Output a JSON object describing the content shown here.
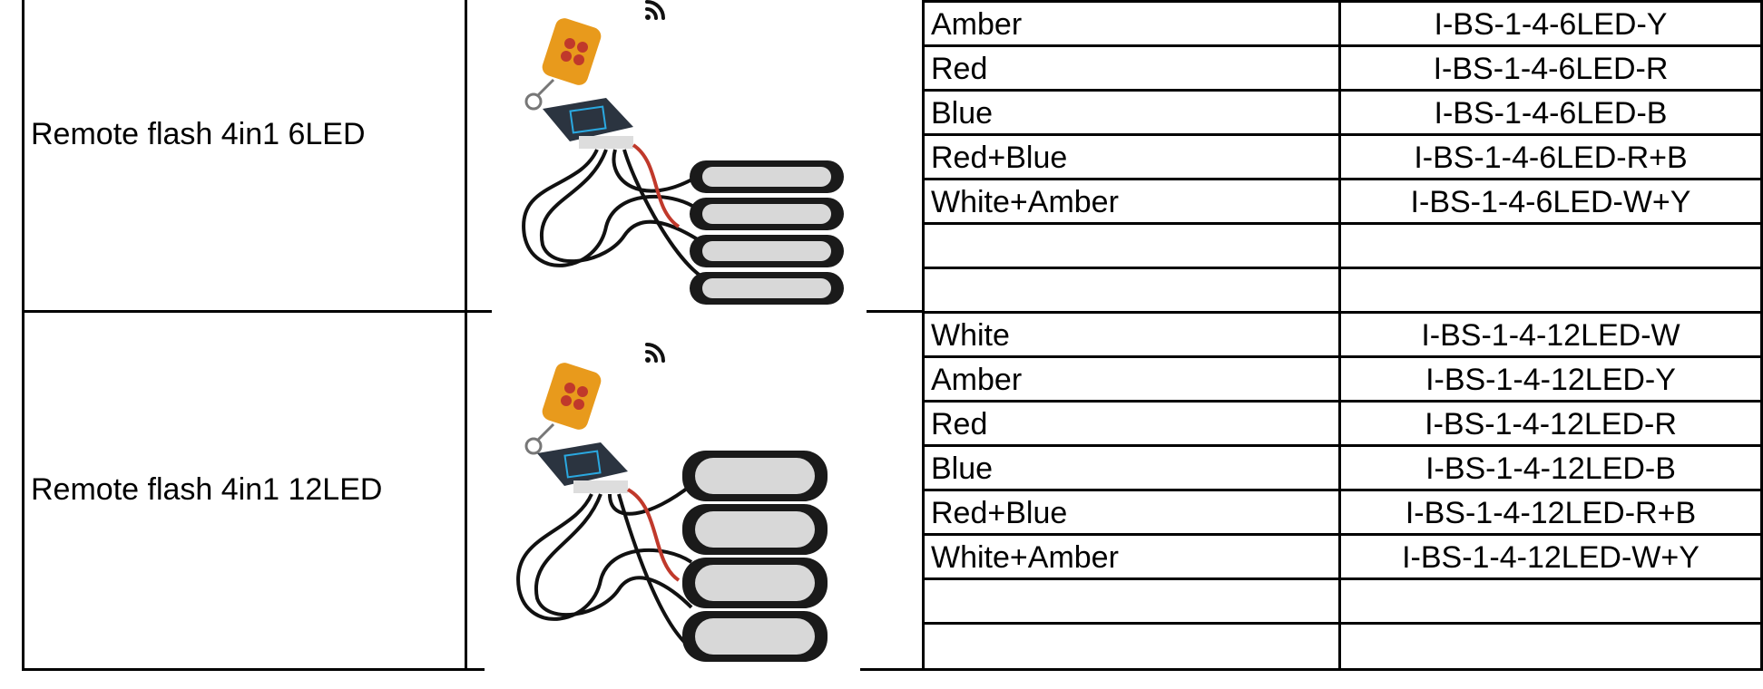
{
  "products": [
    {
      "name": "Remote flash 4in1 6LED",
      "image_icon": "remote-flash-kit-6led-image",
      "variants": [
        {
          "color": "Amber",
          "code": "I-BS-1-4-6LED-Y"
        },
        {
          "color": "Red",
          "code": "I-BS-1-4-6LED-R"
        },
        {
          "color": "Blue",
          "code": "I-BS-1-4-6LED-B"
        },
        {
          "color": "Red+Blue",
          "code": "I-BS-1-4-6LED-R+B"
        },
        {
          "color": "White+Amber",
          "code": "I-BS-1-4-6LED-W+Y"
        },
        {
          "color": "",
          "code": ""
        },
        {
          "color": "",
          "code": ""
        }
      ]
    },
    {
      "name": "Remote flash 4in1 12LED",
      "image_icon": "remote-flash-kit-12led-image",
      "variants": [
        {
          "color": "White",
          "code": "I-BS-1-4-12LED-W"
        },
        {
          "color": "Amber",
          "code": "I-BS-1-4-12LED-Y"
        },
        {
          "color": "Red",
          "code": "I-BS-1-4-12LED-R"
        },
        {
          "color": "Blue",
          "code": "I-BS-1-4-12LED-B"
        },
        {
          "color": "Red+Blue",
          "code": "I-BS-1-4-12LED-R+B"
        },
        {
          "color": "White+Amber",
          "code": "I-BS-1-4-12LED-W+Y"
        },
        {
          "color": "",
          "code": ""
        },
        {
          "color": "",
          "code": ""
        }
      ]
    }
  ],
  "colors": {
    "remote_body": "#e89a1c",
    "remote_button": "#c0392b",
    "controller_body": "#2b3440",
    "controller_label": "#2aa8e0",
    "light_bar": "#1a1a1a",
    "led_chrome": "#d8d8d8",
    "wire": "#111111",
    "wire_red": "#c0392b"
  }
}
